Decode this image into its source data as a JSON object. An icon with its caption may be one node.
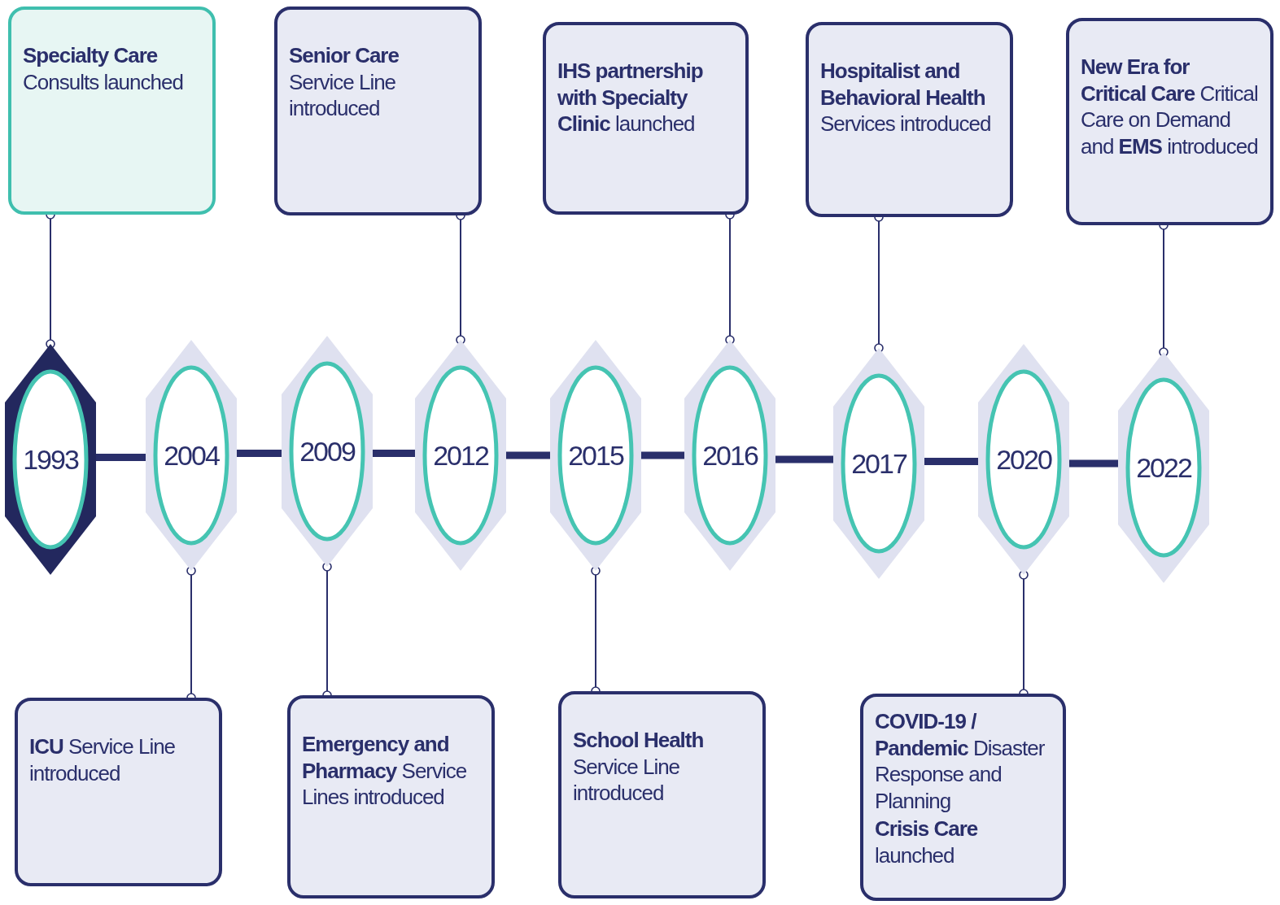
{
  "diagram": {
    "nodes": [
      {
        "text": [
          "**Specialty Care** Consults launched"
        ]
      },
      {
        "text": [
          "**Senior Care** Service Line introduced"
        ]
      },
      {
        "text": [
          "**IHS partnership with Specialty Clinic** launched"
        ]
      },
      {
        "text": [
          "**Hospitalist and Behavioral Health** Services introduced"
        ]
      },
      {
        "text": [
          "**New Era for Critical Care** Critical Care on Demand and **EMS** introduced"
        ]
      },
      {
        "text": [
          "1993"
        ]
      },
      {
        "text": [
          "2004"
        ]
      },
      {
        "text": [
          "2009"
        ]
      },
      {
        "text": [
          "2012"
        ]
      },
      {
        "text": [
          "2015"
        ]
      },
      {
        "text": [
          "2016"
        ]
      },
      {
        "text": [
          "2017"
        ]
      },
      {
        "text": [
          "2020"
        ]
      },
      {
        "text": [
          "2022"
        ]
      },
      {
        "text": [
          "**ICU** Service Line introduced"
        ]
      },
      {
        "text": [
          "**Emergency and Pharmacy** Service Lines introduced"
        ]
      },
      {
        "text": [
          "**School Health** Service Line introduced"
        ]
      },
      {
        "text": [
          "**COVID-19 / Pandemic** Disaster Response and Planning",
          "**Crisis Care** launched"
        ]
      }
    ],
    "edges": [
      {
        "from": 5,
        "to": 6,
        "arrow": "none",
        "style": "thick"
      },
      {
        "from": 6,
        "to": 7,
        "arrow": "none",
        "style": "thick"
      },
      {
        "from": 7,
        "to": 8,
        "arrow": "none",
        "style": "thick"
      },
      {
        "from": 8,
        "to": 9,
        "arrow": "none",
        "style": "thick"
      },
      {
        "from": 9,
        "to": 10,
        "arrow": "none",
        "style": "thick"
      },
      {
        "from": 10,
        "to": 11,
        "arrow": "none",
        "style": "thick"
      },
      {
        "from": 11,
        "to": 12,
        "arrow": "none",
        "style": "thick"
      },
      {
        "from": 12,
        "to": 13,
        "arrow": "none",
        "style": "thick"
      },
      {
        "from": 0,
        "to": 5,
        "arrow": "other"
      },
      {
        "from": 1,
        "to": 8,
        "arrow": "other"
      },
      {
        "from": 2,
        "to": 10,
        "arrow": "other"
      },
      {
        "from": 3,
        "to": 11,
        "arrow": "other"
      },
      {
        "from": 4,
        "to": 13,
        "arrow": "other"
      },
      {
        "from": 6,
        "to": 14,
        "arrow": "other"
      },
      {
        "from": 7,
        "to": 15,
        "arrow": "other"
      },
      {
        "from": 9,
        "to": 16,
        "arrow": "other"
      },
      {
        "from": 12,
        "to": 17,
        "arrow": "other"
      }
    ]
  }
}
